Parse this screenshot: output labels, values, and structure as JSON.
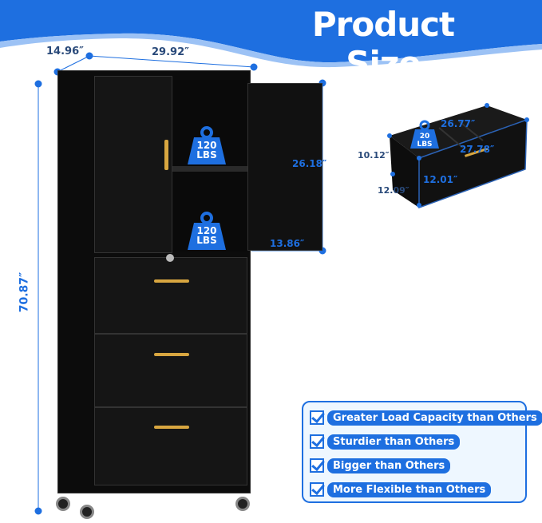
{
  "header": {
    "title": "Product Size",
    "color": "#1e6fe0"
  },
  "dimensions": {
    "depth": "14.96″",
    "width": "29.92″",
    "height": "70.87″",
    "door_height": "26.18″",
    "door_width": "13.86″"
  },
  "shelf_loads": [
    {
      "value": "120",
      "unit": "LBS"
    },
    {
      "value": "120",
      "unit": "LBS"
    }
  ],
  "drawer": {
    "load_value": "20",
    "load_unit": "LBS",
    "inner_width": "26.77″",
    "outer_width": "27.78″",
    "height_back": "10.12″",
    "height_front": "12.01″",
    "depth": "12.09″"
  },
  "features": [
    {
      "label": "Greater Load Capacity than Others",
      "checked": true
    },
    {
      "label": "Sturdier than Others",
      "checked": true
    },
    {
      "label": "Bigger than Others",
      "checked": true
    },
    {
      "label": "More Flexible than Others",
      "checked": true
    }
  ]
}
